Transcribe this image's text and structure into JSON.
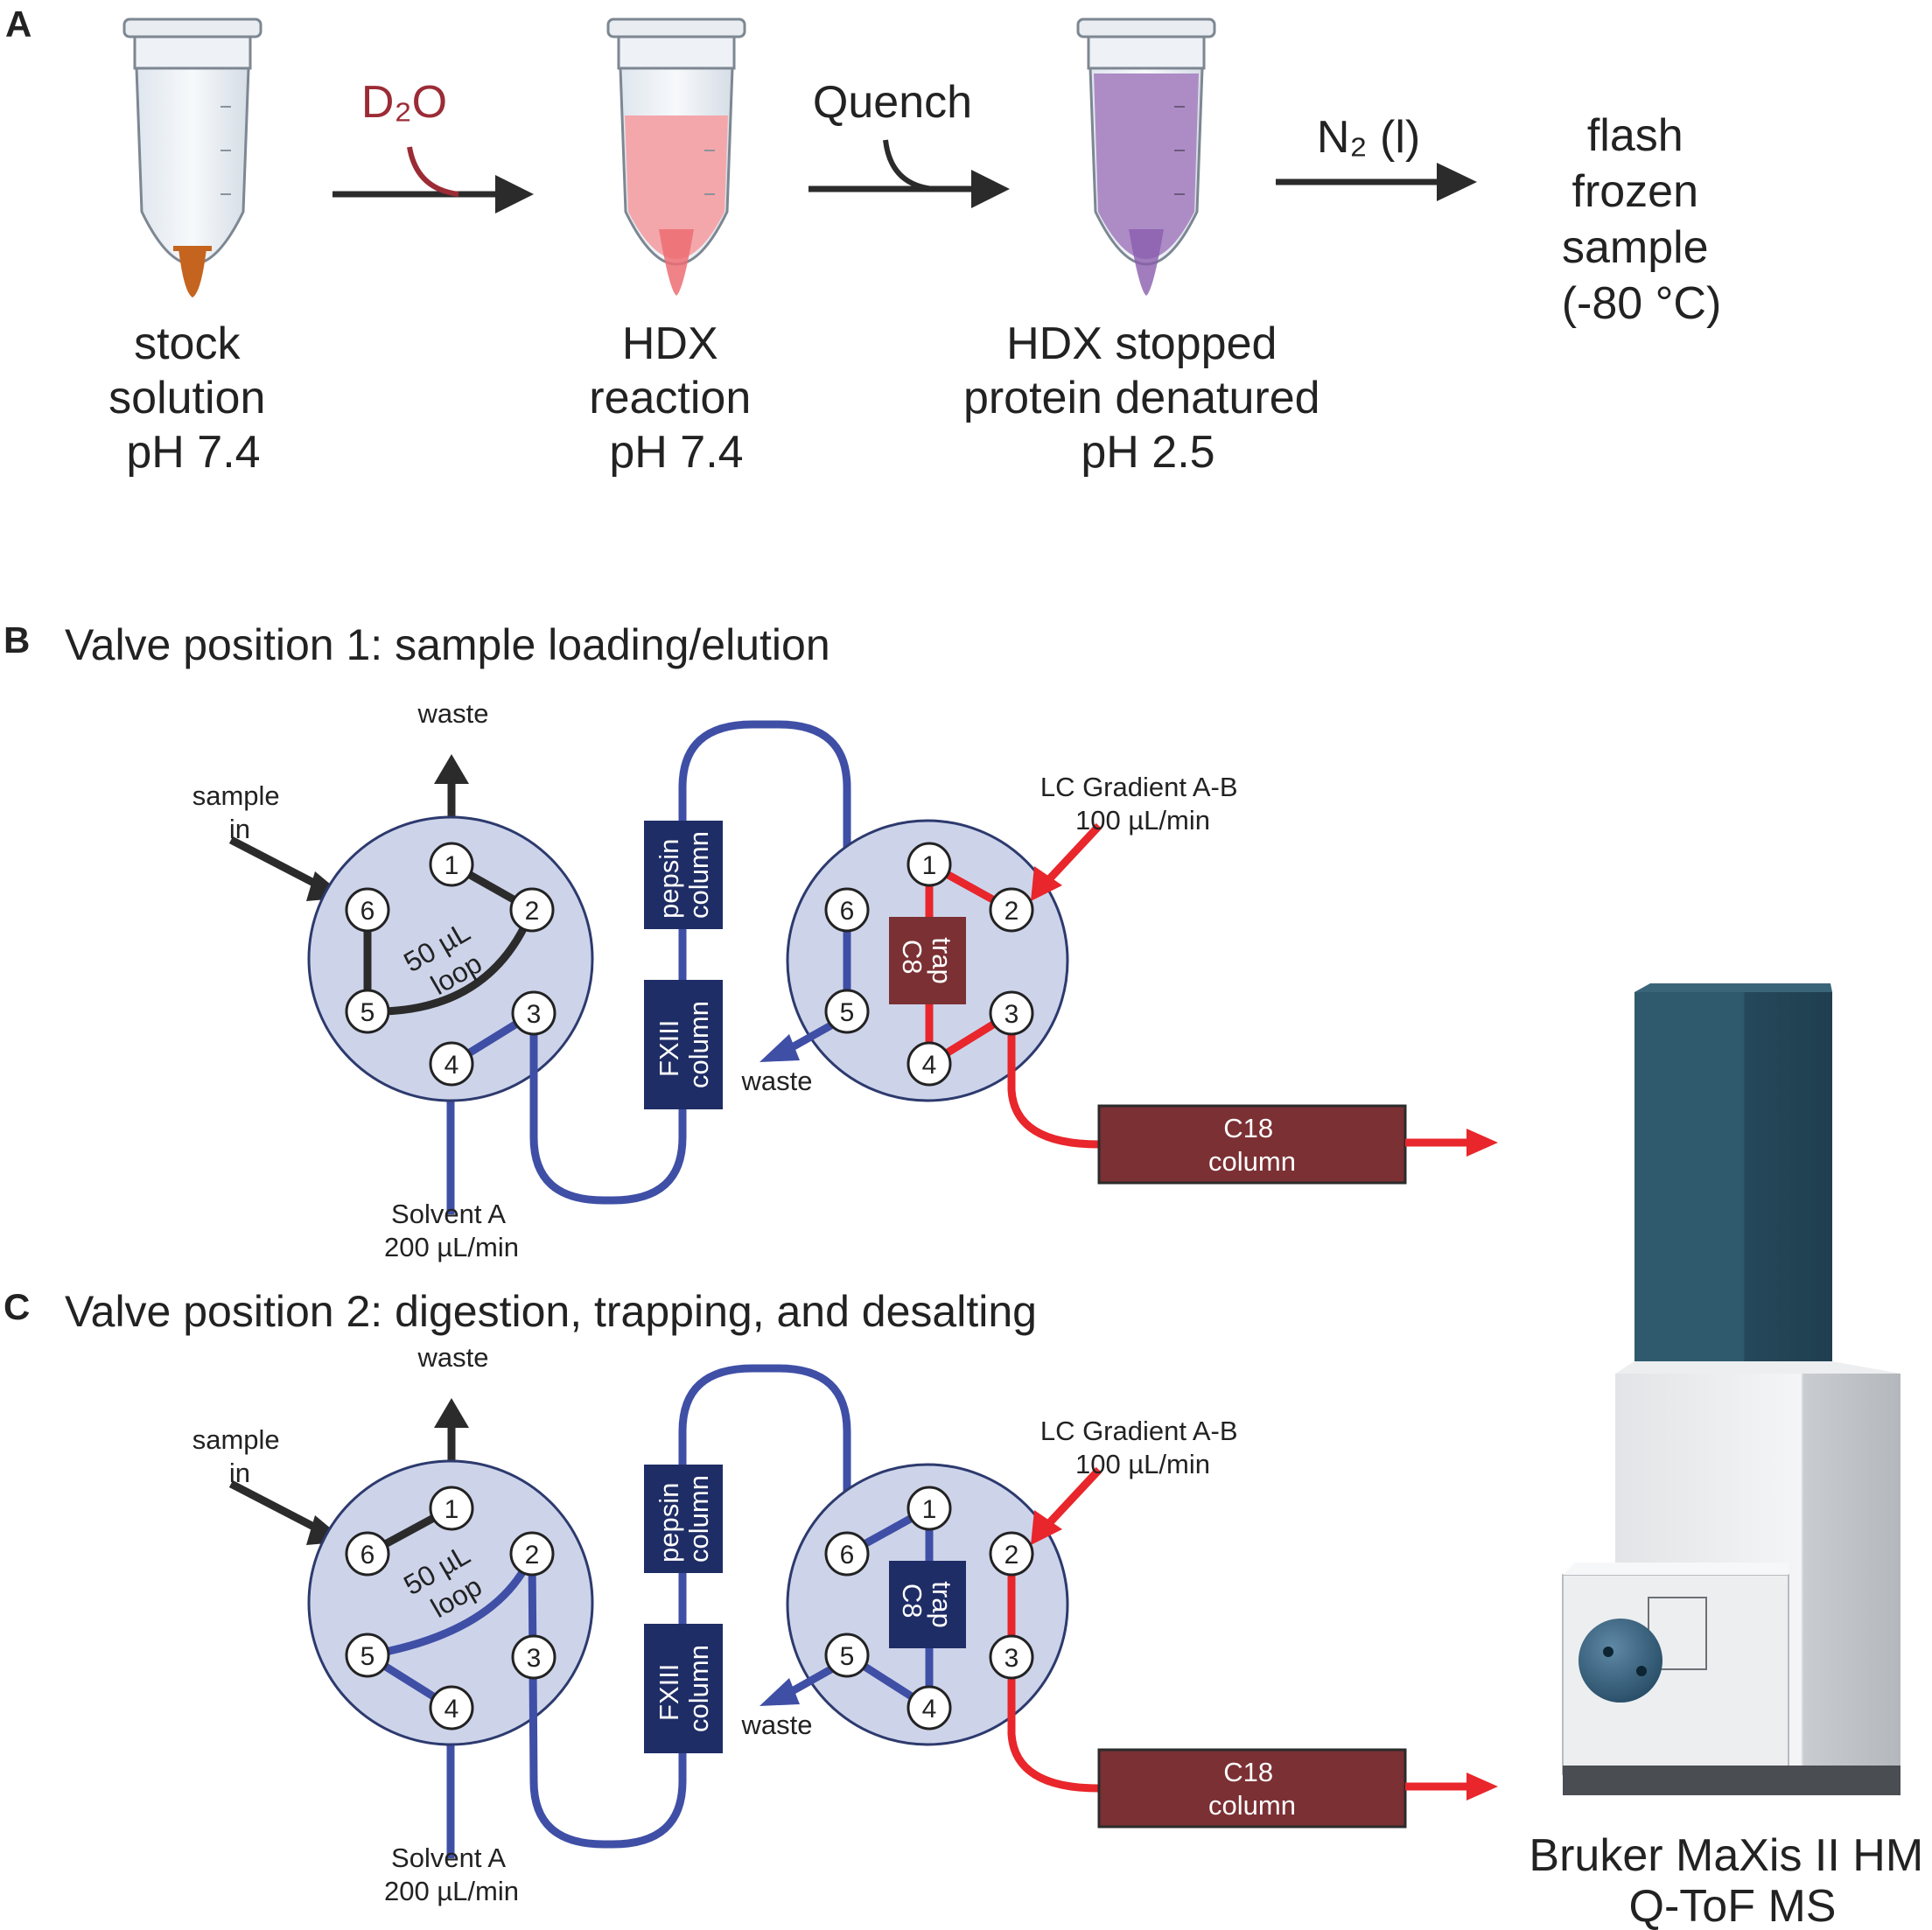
{
  "panels": {
    "a": "A",
    "b": "B",
    "c": "C"
  },
  "panel_a": {
    "tube1_label": [
      "stock",
      "solution",
      "pH 7.4"
    ],
    "arrow1_label": "D₂O",
    "tube2_label": [
      "HDX",
      "reaction",
      "pH 7.4"
    ],
    "arrow2_label": "Quench",
    "tube3_label": [
      "HDX stopped",
      "protein denatured",
      "pH 2.5"
    ],
    "arrow3_label": "N₂ (l)",
    "final_label": [
      "flash",
      "frozen",
      "sample",
      "(-80 °C)"
    ]
  },
  "panel_b": {
    "heading": "Valve position 1: sample loading/elution"
  },
  "panel_c": {
    "heading": "Valve position 2: digestion, trapping, and desalting"
  },
  "common": {
    "waste": "waste",
    "sample_in": [
      "sample",
      "in"
    ],
    "loop": [
      "50 µL",
      "loop"
    ],
    "solvent_a": [
      "Solvent A",
      "200 µL/min"
    ],
    "pepsin": [
      "pepsin",
      "column"
    ],
    "fxiii": [
      "FXIII",
      "column"
    ],
    "trap": [
      "C8",
      "trap"
    ],
    "lc_gradient": [
      "LC Gradient A-B",
      "100 µL/min"
    ],
    "c18": [
      "C18",
      "column"
    ],
    "ports": [
      "1",
      "2",
      "3",
      "4",
      "5",
      "6"
    ]
  },
  "instrument": {
    "label": [
      "Bruker MaXis II HM",
      "Q-ToF MS"
    ]
  },
  "colors": {
    "blue_line": "#3f4fa6",
    "red_line": "#e8262b",
    "black_line": "#2b2b2b",
    "valve_fill": "#cdd4ea",
    "valve_stroke": "#2d3a6e",
    "column_navy": "#1f2d66",
    "column_maroon": "#7b3034",
    "d2o_text": "#9b2b35"
  }
}
